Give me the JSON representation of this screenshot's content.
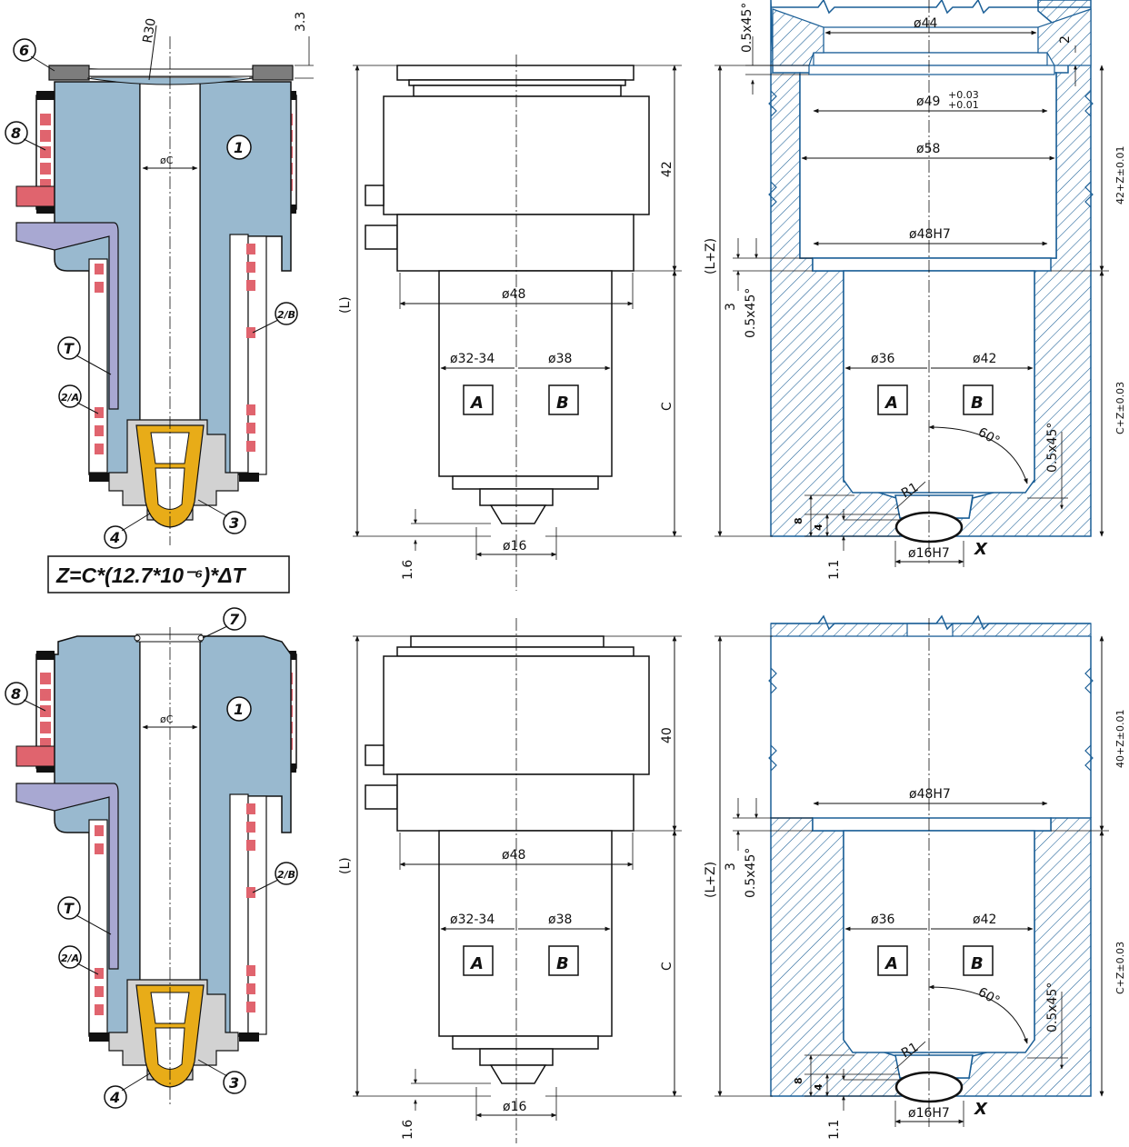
{
  "colors": {
    "body_blue": "#99b9cf",
    "line_blue": "#1a5e96",
    "heater_red": "#e0646e",
    "tube_purple": "#a8a8d2",
    "nozzle_gold": "#e8ac18",
    "gray": "#d2d2d2",
    "dark_gray": "#7d7d7d",
    "black": "#111111"
  },
  "formula": "Z=C*(12.7*10⁻⁶)*ΔT",
  "callouts": {
    "c1": "1",
    "c2A": "2/A",
    "c2B": "2/B",
    "c3": "3",
    "c4": "4",
    "c6": "6",
    "c7": "7",
    "c8": "8",
    "cT": "T"
  },
  "left": {
    "r30": "R30",
    "dim_3_3": "3.3",
    "oc": "øC"
  },
  "middle": {
    "d48": "ø48",
    "d32_34": "ø32-34",
    "d38": "ø38",
    "d16": "ø16",
    "A": "A",
    "B": "B",
    "L": "(L)",
    "C": "C",
    "dim_1_6": "1.6",
    "h_top": "42",
    "h_bottom": "40"
  },
  "right": {
    "d44": "ø44",
    "d49": "ø49",
    "d49_tol_upper": "+0.03",
    "d49_tol_lower": "+0.01",
    "d58": "ø58",
    "d48h7": "ø48H7",
    "d36": "ø36",
    "d42": "ø42",
    "d16h7": "ø16H7",
    "angle60": "60°",
    "r1": "R1",
    "ch_0_5x45_top": "0.5x45°",
    "ch_0_5x45": "0.5x45°",
    "dim_2": "2",
    "dim_3": "3",
    "dim_8": "8",
    "dim_4": "4",
    "dim_1_1": "1.1",
    "LZ": "(L+Z)",
    "z42": "42+Z±0.01",
    "z40": "40+Z±0.01",
    "cz": "C+Z±0.03",
    "X": "X"
  }
}
